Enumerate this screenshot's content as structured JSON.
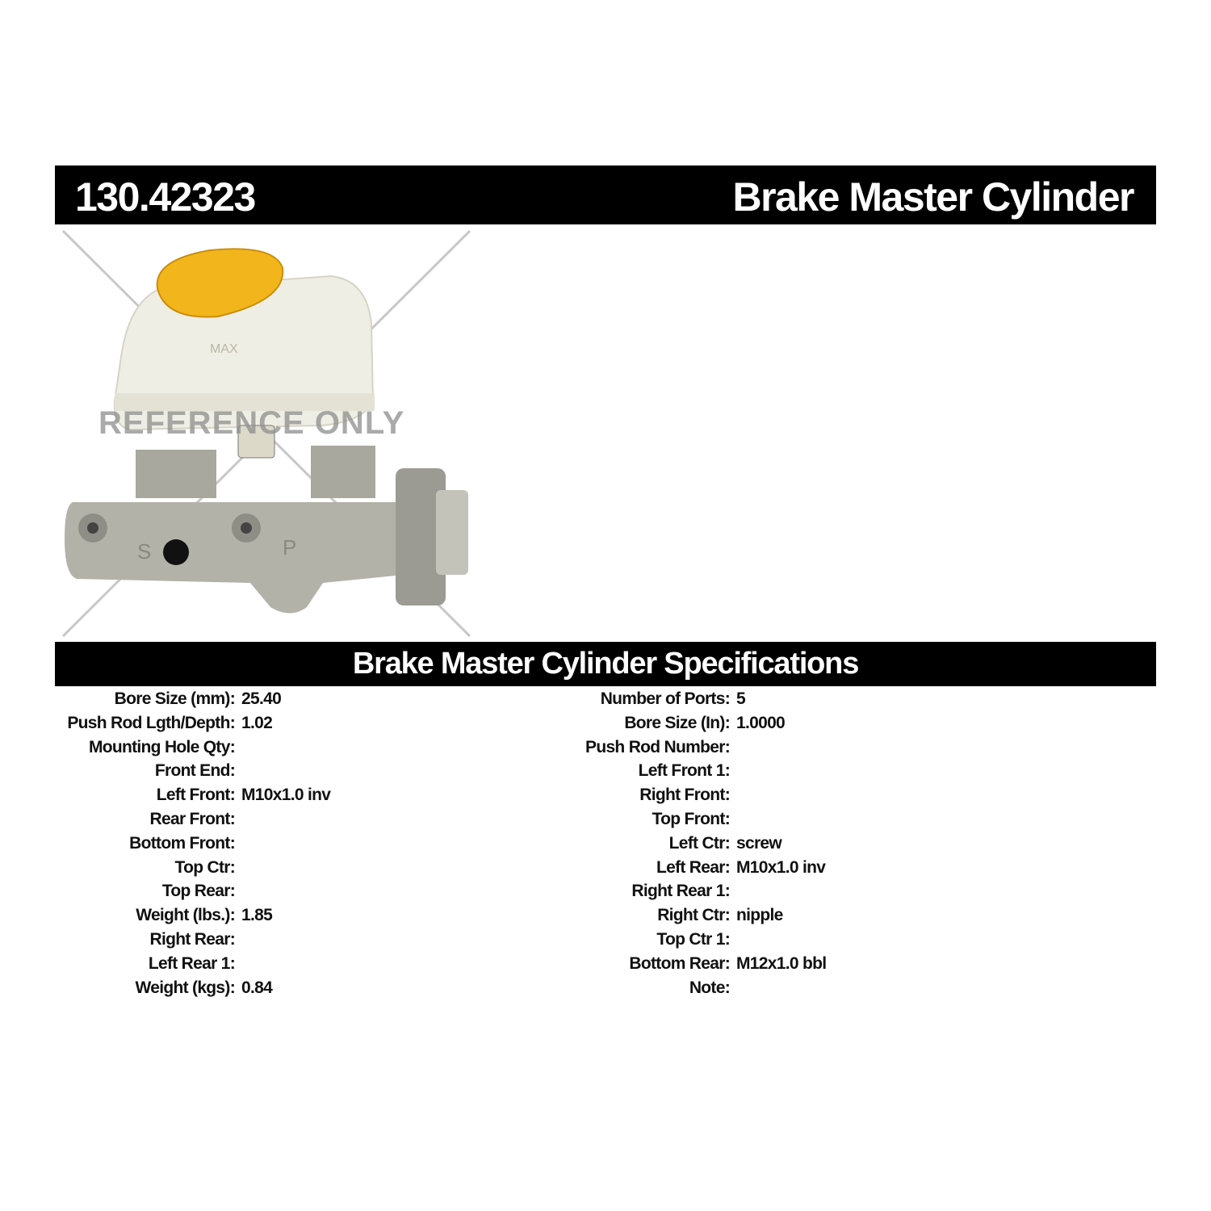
{
  "header": {
    "part_number": "130.42323",
    "title": "Brake Master Cylinder"
  },
  "image": {
    "watermark": "REFERENCE ONLY",
    "cast_letters": [
      "S",
      "P"
    ],
    "reservoir_mark": "MAX"
  },
  "specs_title": "Brake Master Cylinder Specifications",
  "specs_left": [
    {
      "label": "Bore Size (mm):",
      "value": "25.40"
    },
    {
      "label": "Push Rod Lgth/Depth:",
      "value": "1.02"
    },
    {
      "label": "Mounting Hole Qty:",
      "value": ""
    },
    {
      "label": "Front End:",
      "value": ""
    },
    {
      "label": "Left Front:",
      "value": "M10x1.0 inv"
    },
    {
      "label": "Rear Front:",
      "value": ""
    },
    {
      "label": "Bottom Front:",
      "value": ""
    },
    {
      "label": "Top Ctr:",
      "value": ""
    },
    {
      "label": "Top Rear:",
      "value": ""
    },
    {
      "label": "Weight (lbs.):",
      "value": "1.85"
    },
    {
      "label": "Right Rear:",
      "value": ""
    },
    {
      "label": "Left Rear 1:",
      "value": ""
    },
    {
      "label": "Weight (kgs):",
      "value": "0.84"
    }
  ],
  "specs_right": [
    {
      "label": "Number of Ports:",
      "value": "5"
    },
    {
      "label": "Bore Size (In):",
      "value": "1.0000"
    },
    {
      "label": "Push Rod Number:",
      "value": ""
    },
    {
      "label": "Left Front 1:",
      "value": ""
    },
    {
      "label": "Right Front:",
      "value": ""
    },
    {
      "label": "Top Front:",
      "value": ""
    },
    {
      "label": "Left Ctr:",
      "value": "screw"
    },
    {
      "label": "Left Rear:",
      "value": "M10x1.0 inv"
    },
    {
      "label": "Right Rear 1:",
      "value": ""
    },
    {
      "label": "Right Ctr:",
      "value": "nipple"
    },
    {
      "label": "Top Ctr 1:",
      "value": ""
    },
    {
      "label": "Bottom Rear:",
      "value": "M12x1.0 bbl"
    },
    {
      "label": "Note:",
      "value": ""
    }
  ]
}
